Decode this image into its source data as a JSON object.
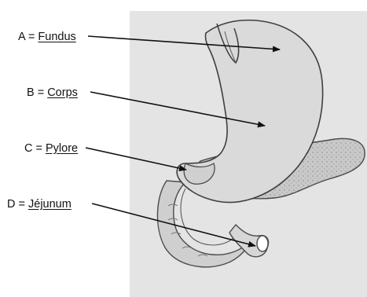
{
  "labels": [
    {
      "key": "A",
      "sep": " = ",
      "term": "Fundus"
    },
    {
      "key": "B",
      "sep": " = ",
      "term": "Corps"
    },
    {
      "key": "C",
      "sep": " = ",
      "term": "Pylore"
    },
    {
      "key": "D",
      "sep": " = ",
      "term": "Jéjunum"
    }
  ],
  "colors": {
    "photo_background": "#e6e6e6",
    "organ_fill": "#dcdcdc",
    "pancreas_fill": "#c9c9c9",
    "outline": "#4a4a4a",
    "arrow": "#111111"
  }
}
